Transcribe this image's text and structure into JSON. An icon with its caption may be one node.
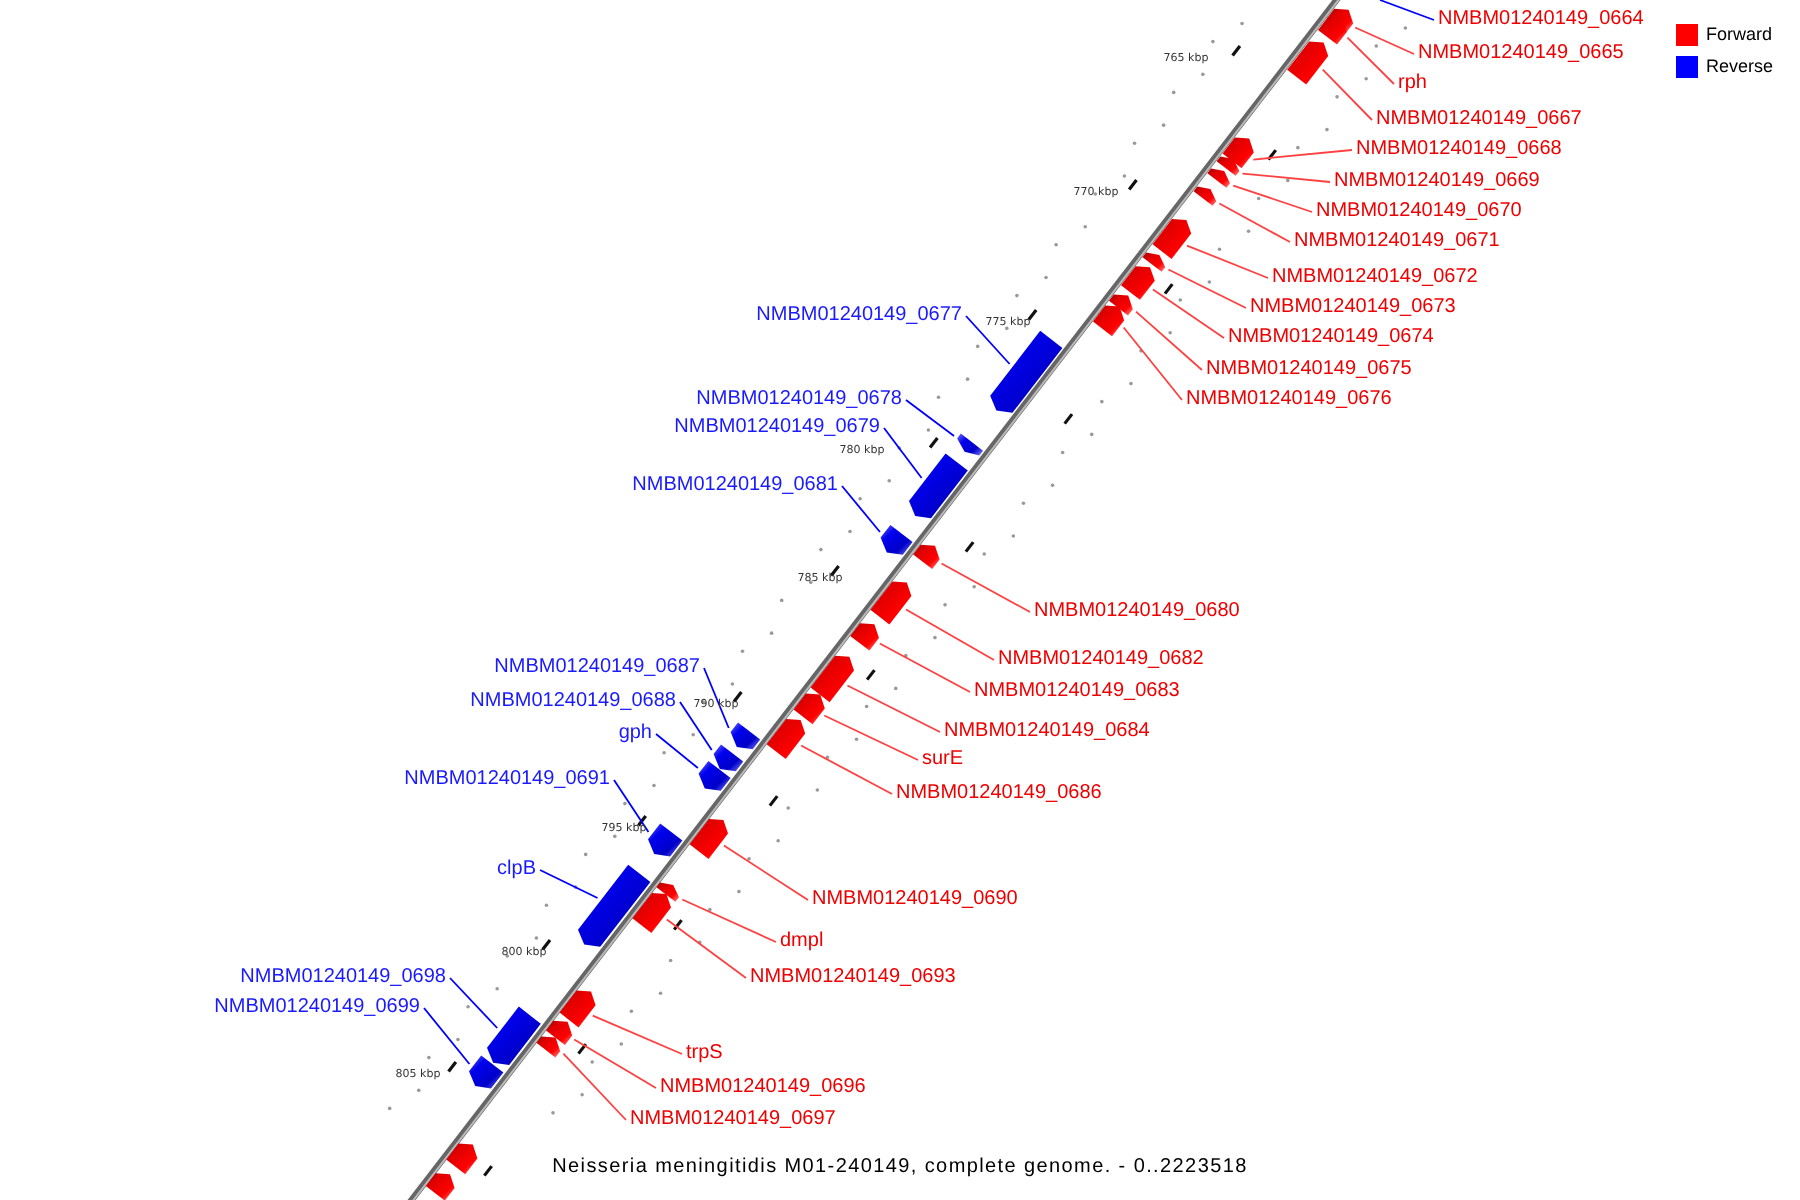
{
  "diagram": {
    "caption": "Neisseria meningitidis M01-240149, complete genome. - 0..2223518",
    "nodes": [
      {
        "text": [
          "NMBM01240149_0664"
        ]
      },
      {
        "text": [
          "NMBM01240149_0665"
        ]
      },
      {
        "text": [
          "rph"
        ]
      },
      {
        "text": [
          "NMBM01240149_0667"
        ]
      },
      {
        "text": [
          "NMBM01240149_0668"
        ]
      },
      {
        "text": [
          "NMBM01240149_0669"
        ]
      },
      {
        "text": [
          "NMBM01240149_0670"
        ]
      },
      {
        "text": [
          "NMBM01240149_0671"
        ]
      },
      {
        "text": [
          "NMBM01240149_0672"
        ]
      },
      {
        "text": [
          "NMBM01240149_0673"
        ]
      },
      {
        "text": [
          "NMBM01240149_0674"
        ]
      },
      {
        "text": [
          "NMBM01240149_0675"
        ]
      },
      {
        "text": [
          "NMBM01240149_0676"
        ]
      },
      {
        "text": [
          "NMBM01240149_0677"
        ]
      },
      {
        "text": [
          "NMBM01240149_0678"
        ]
      },
      {
        "text": [
          "NMBM01240149_0679"
        ]
      },
      {
        "text": [
          "NMBM01240149_0681"
        ]
      },
      {
        "text": [
          "NMBM01240149_0680"
        ]
      },
      {
        "text": [
          "NMBM01240149_0682"
        ]
      },
      {
        "text": [
          "NMBM01240149_0683"
        ]
      },
      {
        "text": [
          "NMBM01240149_0687"
        ]
      },
      {
        "text": [
          "NMBM01240149_0688"
        ]
      },
      {
        "text": [
          "NMBM01240149_0684"
        ]
      },
      {
        "text": [
          "gph"
        ]
      },
      {
        "text": [
          "surE"
        ]
      },
      {
        "text": [
          "NMBM01240149_0691"
        ]
      },
      {
        "text": [
          "NMBM01240149_0686"
        ]
      },
      {
        "text": [
          "clpB"
        ]
      },
      {
        "text": [
          "NMBM01240149_0690"
        ]
      },
      {
        "text": [
          "dmpl"
        ]
      },
      {
        "text": [
          "NMBM01240149_0693"
        ]
      },
      {
        "text": [
          "NMBM01240149_0698"
        ]
      },
      {
        "text": [
          "NMBM01240149_0699"
        ]
      },
      {
        "text": [
          "trpS"
        ]
      },
      {
        "text": [
          "NMBM01240149_0696"
        ]
      },
      {
        "text": [
          "NMBM01240149_0697"
        ]
      },
      {
        "text": [],
        "shape": "box"
      },
      {
        "text": [],
        "shape": "box"
      },
      {
        "text": [],
        "shape": "box"
      },
      {
        "text": [],
        "shape": "box"
      },
      {
        "text": [],
        "shape": "box"
      },
      {
        "text": [],
        "shape": "box"
      },
      {
        "text": [],
        "shape": "box"
      },
      {
        "text": [],
        "shape": "box"
      },
      {
        "text": [],
        "shape": "box"
      },
      {
        "text": [],
        "shape": "box"
      },
      {
        "text": [],
        "shape": "box"
      },
      {
        "text": [],
        "shape": "box"
      },
      {
        "text": [],
        "shape": "box"
      },
      {
        "text": [],
        "shape": "box"
      },
      {
        "text": [],
        "shape": "box"
      },
      {
        "text": [],
        "shape": "box"
      },
      {
        "text": [],
        "shape": "box"
      },
      {
        "text": [],
        "shape": "box"
      },
      {
        "text": [],
        "shape": "box"
      },
      {
        "text": [],
        "shape": "box"
      },
      {
        "text": [],
        "shape": "box"
      },
      {
        "text": [],
        "shape": "box"
      },
      {
        "text": [],
        "shape": "box"
      },
      {
        "text": [],
        "shape": "box"
      },
      {
        "text": [],
        "shape": "box"
      },
      {
        "text": [],
        "shape": "box"
      },
      {
        "text": [],
        "shape": "box"
      },
      {
        "text": [],
        "shape": "box"
      },
      {
        "text": [],
        "shape": "box"
      },
      {
        "text": [],
        "shape": "box"
      },
      {
        "text": [],
        "shape": "box"
      },
      {
        "text": [],
        "shape": "box"
      },
      {
        "text": [],
        "shape": "box"
      },
      {
        "text": [],
        "shape": "box"
      },
      {
        "text": [],
        "shape": "box"
      },
      {
        "text": [],
        "shape": "box"
      },
      {
        "text": [],
        "shape": "box"
      }
    ],
    "edges": [
      {
        "from": 0,
        "to": null,
        "arrow": "none",
        "color": "#0000ff"
      },
      {
        "from": 1,
        "to": 36,
        "arrow": "none"
      },
      {
        "from": 2,
        "to": 37,
        "arrow": "none"
      },
      {
        "from": 3,
        "to": 38,
        "arrow": "none"
      },
      {
        "from": 4,
        "to": 39,
        "arrow": "none"
      },
      {
        "from": 5,
        "to": 40,
        "arrow": "none"
      },
      {
        "from": 6,
        "to": 41,
        "arrow": "none"
      },
      {
        "from": 7,
        "to": 42,
        "arrow": "none"
      },
      {
        "from": 8,
        "to": 43,
        "arrow": "none"
      },
      {
        "from": 9,
        "to": 44,
        "arrow": "none"
      },
      {
        "from": 10,
        "to": 45,
        "arrow": "none"
      },
      {
        "from": 11,
        "to": 46,
        "arrow": "none"
      },
      {
        "from": 12,
        "to": 47,
        "arrow": "none"
      },
      {
        "from": 13,
        "to": 48,
        "arrow": "none",
        "color": "#0000ff"
      },
      {
        "from": 14,
        "to": 49,
        "arrow": "none",
        "color": "#0000ff"
      },
      {
        "from": 15,
        "to": 50,
        "arrow": "none",
        "color": "#0000ff"
      },
      {
        "from": 16,
        "to": 51,
        "arrow": "none",
        "color": "#0000ff"
      },
      {
        "from": 17,
        "to": 52,
        "arrow": "none"
      },
      {
        "from": 18,
        "to": 53,
        "arrow": "none"
      },
      {
        "from": 19,
        "to": 54,
        "arrow": "none"
      },
      {
        "from": 20,
        "to": 55,
        "arrow": "none",
        "color": "#0000ff"
      },
      {
        "from": 21,
        "to": 56,
        "arrow": "none",
        "color": "#0000ff"
      },
      {
        "from": 22,
        "to": 57,
        "arrow": "none"
      },
      {
        "from": 23,
        "to": 58,
        "arrow": "none",
        "color": "#0000ff"
      },
      {
        "from": 24,
        "to": 59,
        "arrow": "none"
      },
      {
        "from": 25,
        "to": 60,
        "arrow": "none",
        "color": "#0000ff"
      },
      {
        "from": 26,
        "to": 61,
        "arrow": "none"
      },
      {
        "from": 27,
        "to": 62,
        "arrow": "none",
        "color": "#0000ff"
      },
      {
        "from": 28,
        "to": 63,
        "arrow": "none"
      },
      {
        "from": 29,
        "to": 64,
        "arrow": "none"
      },
      {
        "from": 30,
        "to": 65,
        "arrow": "none"
      },
      {
        "from": 31,
        "to": 66,
        "arrow": "none",
        "color": "#0000ff"
      },
      {
        "from": 32,
        "to": 67,
        "arrow": "none",
        "color": "#0000ff"
      },
      {
        "from": 33,
        "to": 68,
        "arrow": "none"
      },
      {
        "from": 34,
        "to": 69,
        "arrow": "none"
      },
      {
        "from": 35,
        "to": 70,
        "arrow": "none"
      }
    ],
    "labels": [
      "765 kbp",
      "770 kbp",
      "775 kbp",
      "780 kbp",
      "785 kbp",
      "790 kbp",
      "795 kbp",
      "800 kbp",
      "805 kbp"
    ],
    "legend": [
      {
        "text": "Forward",
        "color": "#ff0000"
      },
      {
        "text": "Reverse",
        "color": "#0000ff"
      }
    ]
  }
}
